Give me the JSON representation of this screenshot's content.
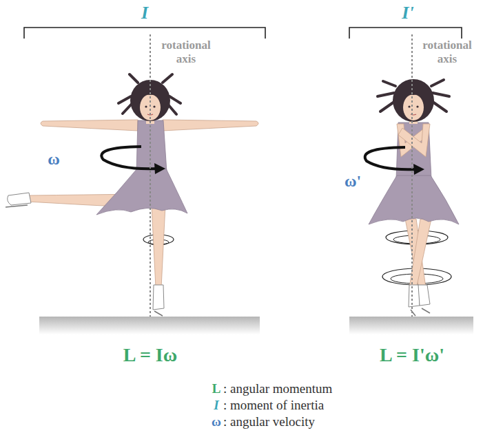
{
  "diagram": {
    "labels": [
      "I",
      "I'",
      "rotational axis",
      "rotational axis",
      "ω",
      "ω'",
      "L = Iω",
      "L = I'ω'",
      "L",
      ": angular momentum",
      "I",
      ": moment of inertia",
      "ω",
      ": angular velocity"
    ]
  }
}
